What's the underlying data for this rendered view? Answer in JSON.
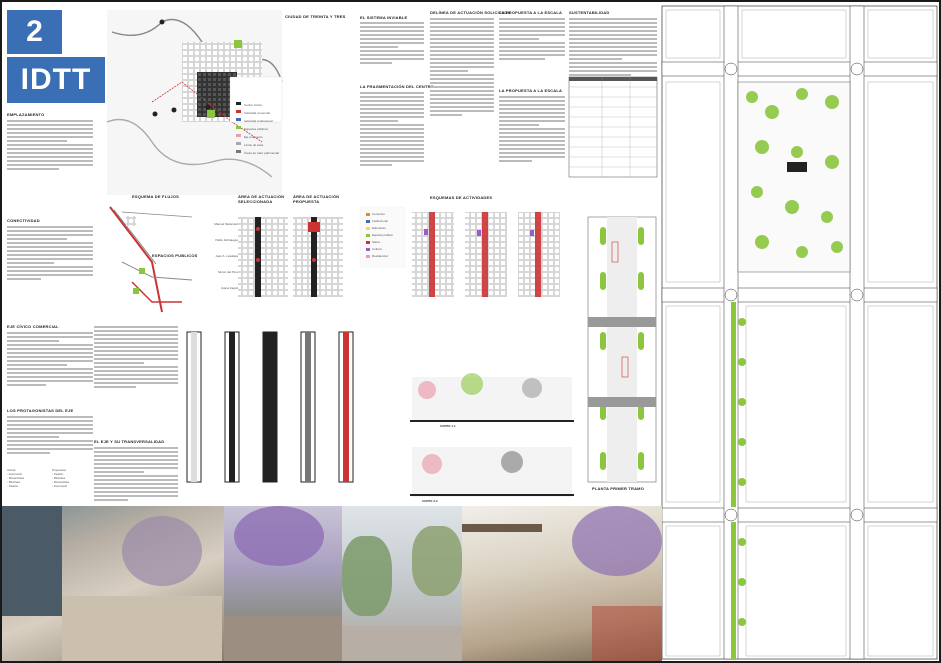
{
  "badge": {
    "number": "2",
    "name": "IDTT"
  },
  "headings": {
    "emplazamiento": "EMPLAZAMIENTO",
    "conectividad": "CONECTIVIDAD",
    "trama": "CIUDAD DE TREINTA Y TRES",
    "sistema": "EL SISTEMA INVIABLE",
    "fragmentacion": "LA FRAGMENTACIÓN DEL CENTRO",
    "area_actuacion": "DELÍNEA DE ACTUACIÓN SOLICITADA",
    "propuesta_escala": "LA PROPUESTA A LA ESCALA",
    "sustentabilidad": "SUSTENTABILIDAD",
    "flujos": "ESQUEMA DE FLUJOS",
    "area_seleccionada": "ÁREA DE ACTUACIÓN SELECCIONADA",
    "area_propuesta": "ÁREA DE ACTUACIÓN PROPUESTA",
    "actividades": "ESQUEMAS DE ACTIVIDADES",
    "espacios_publicos": "ESPACIOS PUBLICOS",
    "eje_civico": "EJE CÍVICO COMERCIAL",
    "protagonistas": "LOS PROTAGONISTAS DEL EJE",
    "eje_transversalidad": "EL EJE Y SU TRANSVERSALIDAD",
    "planta_tramo": "PLANTA PRIMER TRAMO",
    "corte1": "CORTE 1-1",
    "corte2": "CORTE 2-2"
  },
  "legend_map": [
    "Centro Cívico",
    "Actividad comercial",
    "Actividad institucional",
    "Espacios públicos",
    "Eje propuesto",
    "Límite de área",
    "Áreas de valor patrimonial"
  ],
  "legend_activities": [
    "Comercio",
    "Institucional",
    "Educación",
    "Espacio público",
    "Salud",
    "Cultura",
    "Residencial"
  ],
  "protagonistas_list": {
    "left": [
      "Actual",
      "- Automóvil",
      "- Motocicleta",
      "- Bicicleta",
      "- Peatón"
    ],
    "right": [
      "Propuesta",
      "- Peatón",
      "- Bicicleta",
      "- Motocicleta",
      "- Automóvil"
    ]
  },
  "street_labels": [
    "Manuel Meléndez",
    "Pablo Zufriategui",
    "Juan A. Lavalleja",
    "Simón del Pino",
    "Juana Fagoli"
  ],
  "colors": {
    "accent": "#3a6fb5",
    "green": "#8cc63f",
    "red": "#cc3333",
    "pink": "#e8a0b0"
  }
}
